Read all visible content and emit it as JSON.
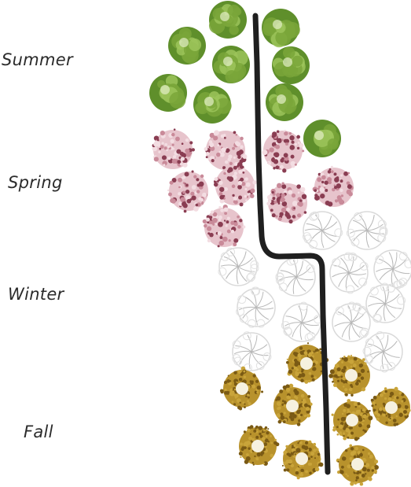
{
  "labels": {
    "summer": "Summer",
    "spring": "Spring",
    "winter": "Winter",
    "fall": "Fall"
  },
  "colors": {
    "summer": "#7aa63a",
    "spring": "#c98a99",
    "winter": "#d9d9d9",
    "fall": "#c9a43a",
    "path": "#1f1f1f"
  },
  "legend_items": [
    {
      "key": "summer",
      "icon": "green-tree-canopy-icon"
    },
    {
      "key": "spring",
      "icon": "pink-blossom-tree-canopy-icon"
    },
    {
      "key": "winter",
      "icon": "bare-tree-canopy-icon"
    },
    {
      "key": "fall",
      "icon": "golden-tree-canopy-icon"
    }
  ]
}
